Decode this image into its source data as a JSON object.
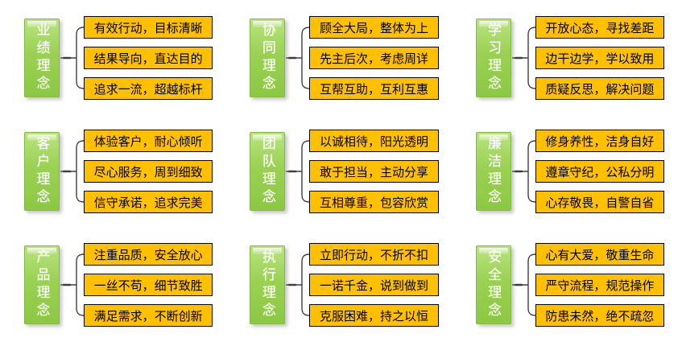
{
  "colors": {
    "background": "#ffffff",
    "item_fill": "#FFC000",
    "item_border": "#000000",
    "item_text": "#000000",
    "label_fill_top": "#b9e37f",
    "label_fill_bottom": "#8cc843",
    "label_border": "#85ba43",
    "label_text": "#ffffff",
    "connector": "#3f3f3f"
  },
  "groups": [
    {
      "label": "业绩理念",
      "items": [
        "有效行动，目标清晰",
        "结果导向，直达目的",
        "追求一流，超越标杆"
      ]
    },
    {
      "label": "协同理念",
      "items": [
        "顾全大局，整体为上",
        "先主后次，考虑周详",
        "互帮互助，互利互惠"
      ]
    },
    {
      "label": "学习理念",
      "items": [
        "开放心态，寻找差距",
        "边干边学，学以致用",
        "质疑反思，解决问题"
      ]
    },
    {
      "label": "客户理念",
      "items": [
        "体验客户，耐心倾听",
        "尽心服务，周到细致",
        "信守承诺，追求完美"
      ]
    },
    {
      "label": "团队理念",
      "items": [
        "以诚相待，阳光透明",
        "敢于担当，主动分享",
        "互相尊重，包容欣赏"
      ]
    },
    {
      "label": "廉洁理念",
      "items": [
        "修身养性，洁身自好",
        "遵章守纪，公私分明",
        "心存敬畏，自警自省"
      ]
    },
    {
      "label": "产品理念",
      "items": [
        "注重品质，安全放心",
        "一丝不苟，细节致胜",
        "满足需求，不断创新"
      ]
    },
    {
      "label": "执行理念",
      "items": [
        "立即行动，不折不扣",
        "一诺千金，说到做到",
        "克服困难，持之以恒"
      ]
    },
    {
      "label": "安全理念",
      "items": [
        "心有大爱，敬重生命",
        "严守流程，规范操作",
        "防患未然，绝不疏忽"
      ]
    }
  ]
}
